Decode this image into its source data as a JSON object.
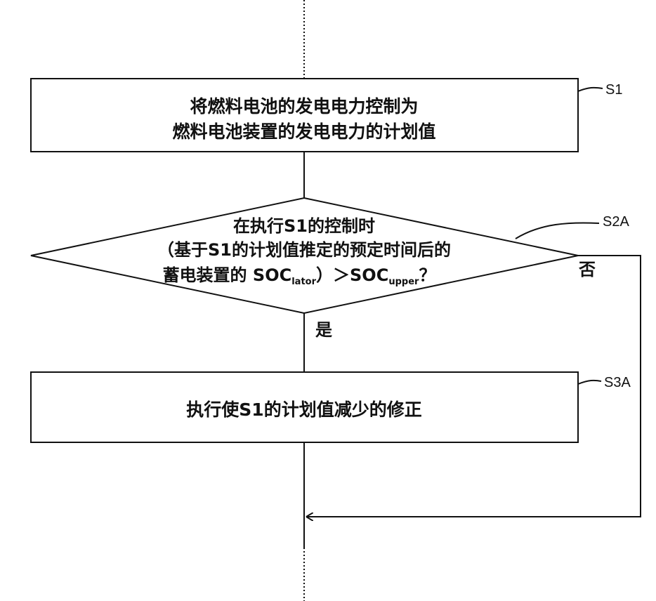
{
  "steps": {
    "s1": {
      "label": "S1",
      "line1": "将燃料电池的发电电力控制为",
      "line2": "燃料电池装置的发电电力的计划值"
    },
    "s2a": {
      "label": "S2A",
      "line1": "在执行S1的控制时",
      "line2": "（基于S1的计划值推定的预定时间后的",
      "line3_prefix": "蓄电装置的 SOC",
      "sub1": "lator",
      "line3_mid": "）＞SOC",
      "sub2": "upper",
      "line3_suffix": "？",
      "yes": "是",
      "no": "否"
    },
    "s3a": {
      "label": "S3A",
      "line1": "执行使S1的计划值减少的修正"
    }
  }
}
